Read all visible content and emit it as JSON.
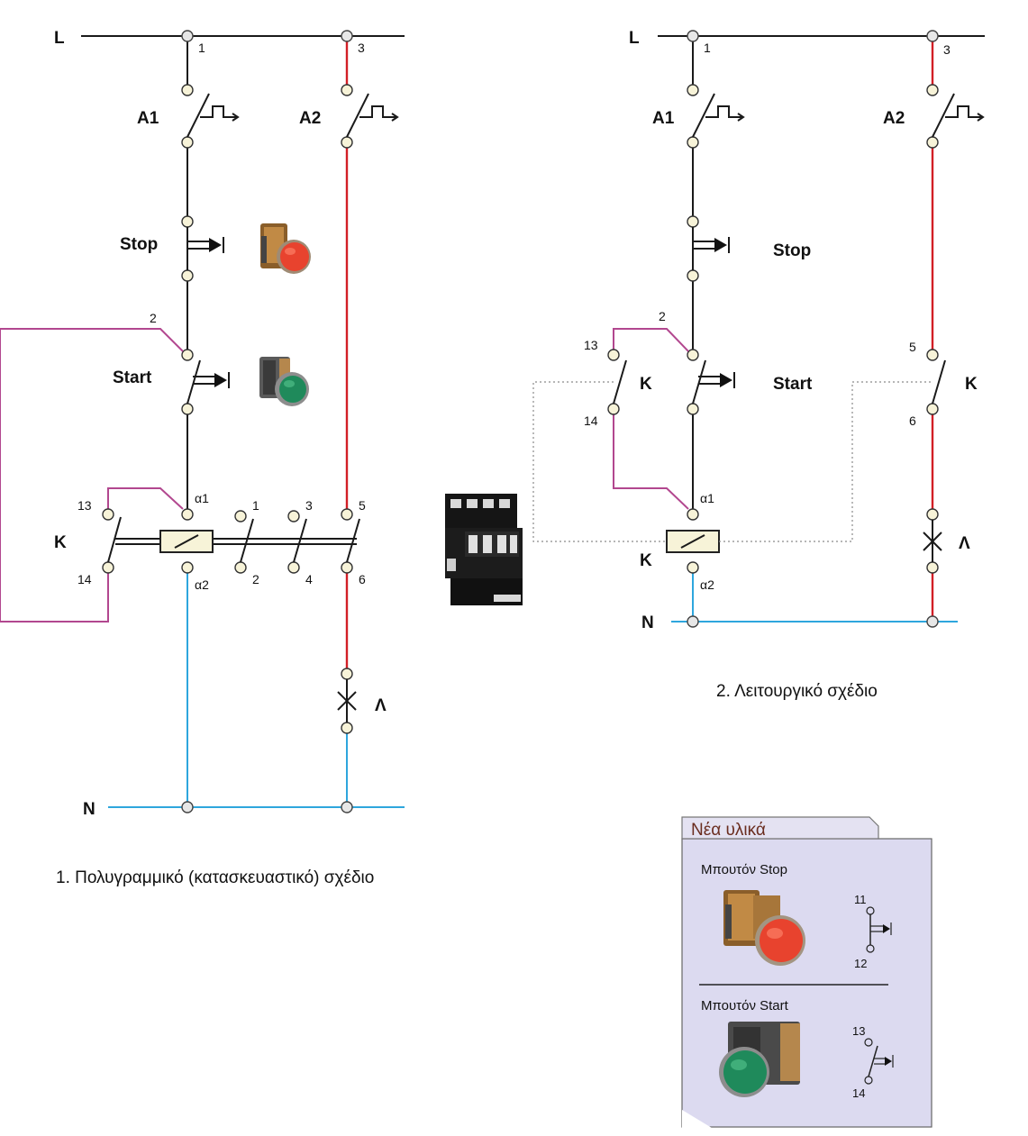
{
  "diagram1": {
    "line_L": "L",
    "line_N": "N",
    "t1": "1",
    "t3": "3",
    "t2_wire": "2",
    "a1_label": "A1",
    "a2_label": "A2",
    "stop_label": "Stop",
    "start_label": "Start",
    "k_label": "K",
    "k13": "13",
    "k14": "14",
    "coil_a1": "α1",
    "coil_a2": "α2",
    "c1": "1",
    "c2": "2",
    "c3": "3",
    "c4": "4",
    "c5": "5",
    "c6": "6",
    "lamp_label": "Λ",
    "caption": "1. Πολυγραμμικό (κατασκευαστικό) σχέδιο"
  },
  "diagram2": {
    "line_L": "L",
    "line_N": "N",
    "t1": "1",
    "t3": "3",
    "t2_wire": "2",
    "a1_label": "A1",
    "a2_label": "A2",
    "stop_label": "Stop",
    "start_label": "Start",
    "k_left": "K",
    "k_coil": "K",
    "k_right": "K",
    "k13": "13",
    "k14": "14",
    "k5": "5",
    "k6": "6",
    "coil_a1": "α1",
    "coil_a2": "α2",
    "lamp_label": "Λ",
    "caption": "2. Λειτουργικό σχέδιο"
  },
  "materials": {
    "tab_title": "Νέα υλικά",
    "stop_title": "Μπουτόν Stop",
    "stop_t11": "11",
    "stop_t12": "12",
    "start_title": "Μπουτόν Start",
    "start_t13": "13",
    "start_t14": "14"
  },
  "colors": {
    "phase_wire": "#d21f26",
    "neutral_wire": "#2ea6dd",
    "self_hold_wire": "#b2478f",
    "stop_button": "#e8432e",
    "start_button": "#1f8a5b",
    "panel_bg": "#dcdaf0"
  },
  "icons": {
    "stop_button_photo": "red-pushbutton-icon",
    "start_button_photo": "green-pushbutton-icon",
    "contactor_photo": "contactor-icon"
  }
}
